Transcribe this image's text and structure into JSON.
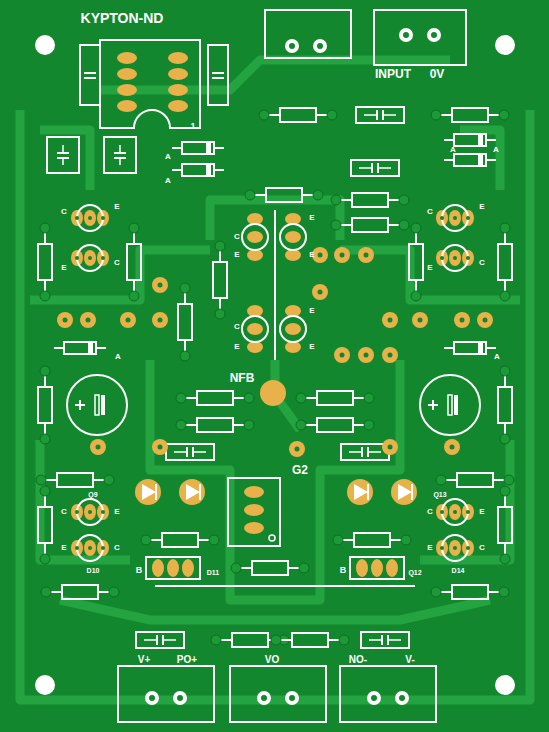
{
  "diagram": {
    "title": "KYPTON-ND",
    "labels": [
      "INPUT",
      "0V",
      "NFB",
      "G2",
      "V+",
      "PO+",
      "VO",
      "NO-",
      "V-",
      "Q9",
      "D10",
      "D11",
      "B",
      "B",
      "Q12",
      "Q13",
      "D14",
      "1",
      "A",
      "A",
      "A",
      "A",
      "A",
      "A",
      "C",
      "E",
      "E",
      "C",
      "C",
      "E",
      "E",
      "E",
      "C",
      "E",
      "E",
      "E",
      "C",
      "E",
      "E",
      "C",
      "C",
      "E",
      "E",
      "C",
      "C",
      "E",
      "E",
      "C"
    ]
  }
}
